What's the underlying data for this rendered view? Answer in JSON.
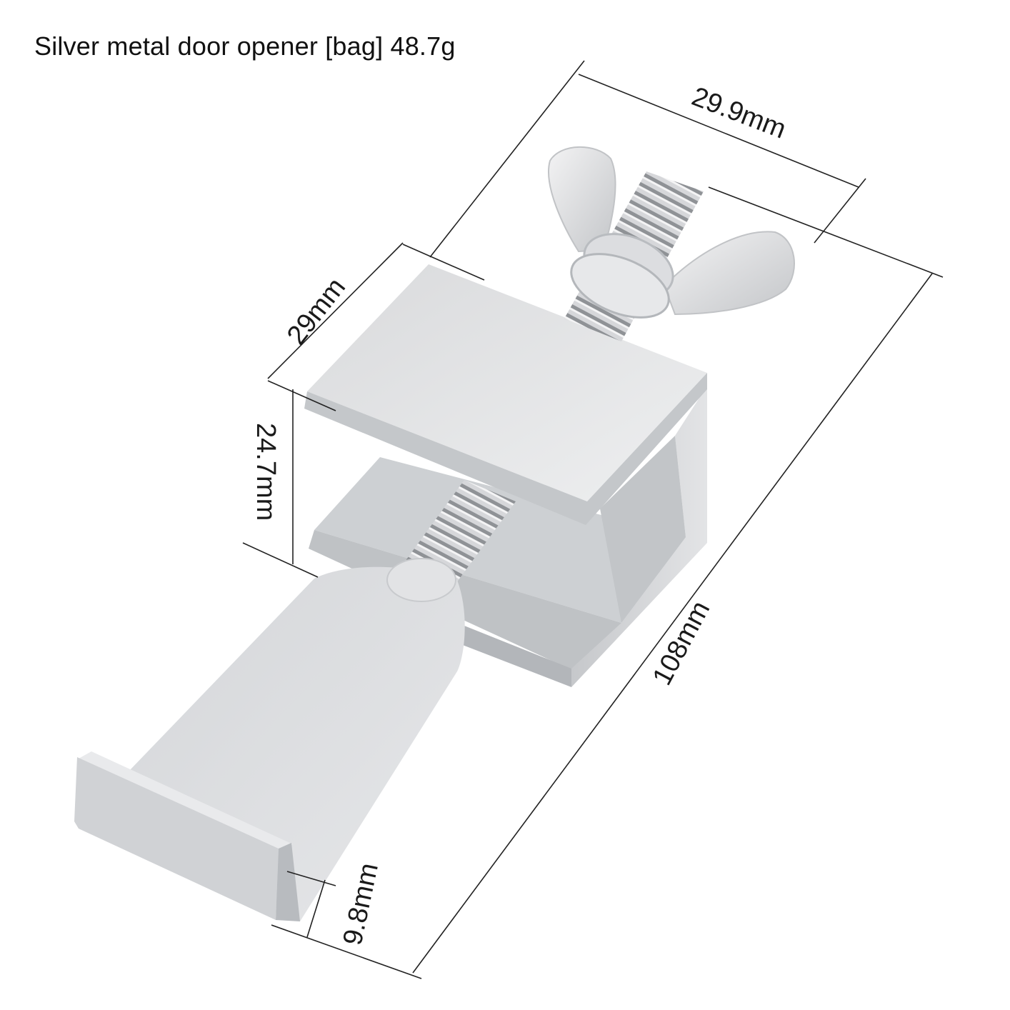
{
  "title": "Silver metal door opener [bag] 48.7g",
  "dimensions": {
    "top_width": "29.9mm",
    "depth": "29mm",
    "gap": "24.7mm",
    "length": "108mm",
    "hook": "9.8mm"
  },
  "colors": {
    "metal_light": "#e4e5e7",
    "metal_mid": "#cfd1d4",
    "metal_dark": "#b7babe",
    "line": "#222222"
  }
}
